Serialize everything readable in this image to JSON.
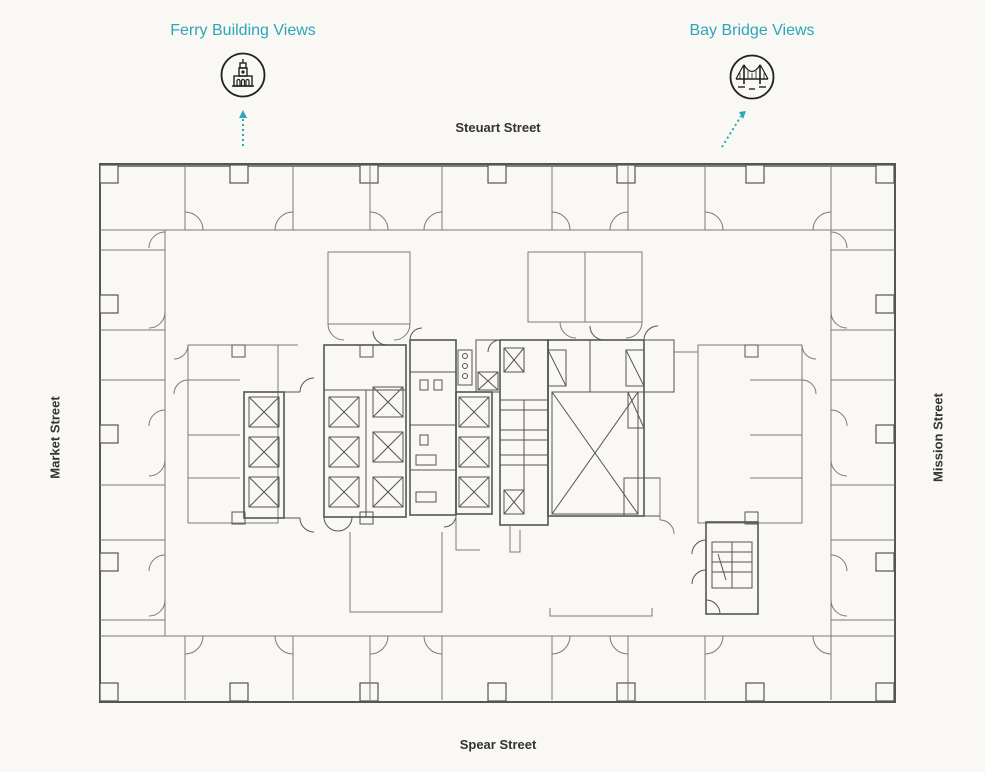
{
  "views": {
    "ferry": {
      "title": "Ferry Building Views",
      "icon": "clock-tower-icon"
    },
    "bay": {
      "title": "Bay Bridge Views",
      "icon": "bridge-icon"
    }
  },
  "streets": {
    "north": "Steuart Street",
    "south": "Spear Street",
    "west": "Market Street",
    "east": "Mission Street"
  },
  "colors": {
    "accent": "#2aa7b8",
    "line": "#7a7a7a",
    "background": "#faf8f4",
    "text": "#333333"
  }
}
